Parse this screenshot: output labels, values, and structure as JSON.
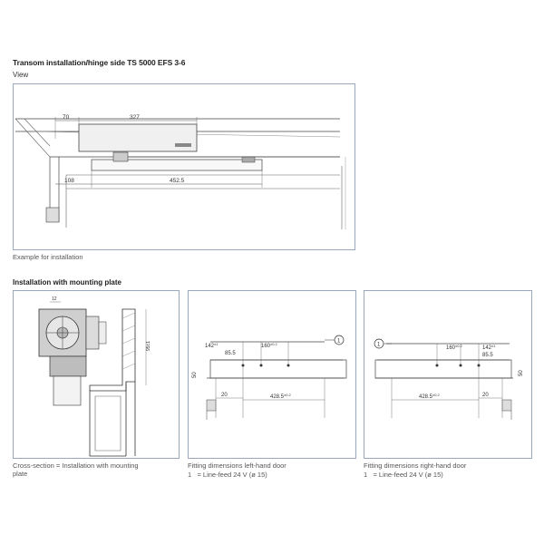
{
  "header": {
    "title": "Transom installation/hinge side TS 5000 EFS 3-6",
    "view_label": "View"
  },
  "view_panel": {
    "dim_70": "70",
    "dim_327": "327",
    "dim_108": "108",
    "dim_4525": "452.5",
    "caption": "Example for installation"
  },
  "mounting_section": {
    "title": "Installation with mounting plate"
  },
  "cross_section": {
    "dim_top": "12",
    "dim_side": "95±1",
    "caption_line1": "Cross-section = Installation with mounting",
    "caption_line2": "plate"
  },
  "left_door": {
    "marker": "1",
    "dim_142": "142",
    "dim_142_tol": "±1",
    "dim_855": "85.5",
    "dim_160": "160",
    "dim_160_tol": "±0.2",
    "dim_50": "50",
    "dim_20": "20",
    "dim_4285": "428.5",
    "dim_4285_tol": "±0.2",
    "caption": "Fitting dimensions left-hand door",
    "legend_num": "1",
    "legend_text": "= Line-feed 24 V (ø 15)"
  },
  "right_door": {
    "marker": "1",
    "dim_142": "142",
    "dim_142_tol": "±1",
    "dim_855": "85.5",
    "dim_160": "160",
    "dim_160_tol": "±0.2",
    "dim_50": "50",
    "dim_20": "20",
    "dim_4285": "428.5",
    "dim_4285_tol": "±0.2",
    "caption": "Fitting dimensions right-hand door",
    "legend_num": "1",
    "legend_text": "= Line-feed 24 V (ø 15)"
  }
}
